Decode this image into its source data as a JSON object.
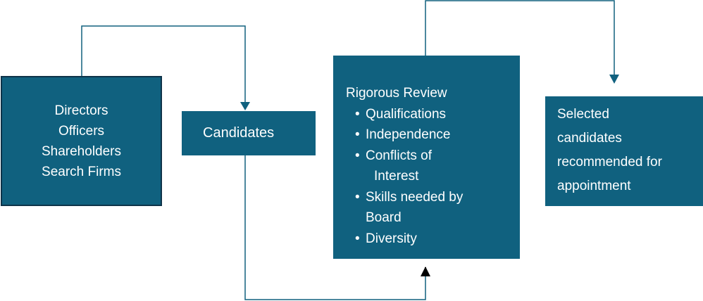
{
  "sources": {
    "lines": [
      "Directors",
      "Officers",
      "Shareholders",
      "Search Firms"
    ]
  },
  "candidates": {
    "label": "Candidates"
  },
  "review": {
    "title": "Rigorous Review",
    "items": [
      {
        "line1": "Qualifications",
        "line2": ""
      },
      {
        "line1": "Independence",
        "line2": ""
      },
      {
        "line1": "Conflicts of",
        "line2": "Interest"
      },
      {
        "line1": "Skills needed by",
        "line2": "Board"
      },
      {
        "line1": "Diversity",
        "line2": ""
      }
    ]
  },
  "selected": {
    "lines": [
      "Selected",
      "candidates",
      "recommended for",
      "appointment"
    ]
  },
  "colors": {
    "box_fill": "#10617f",
    "box_border": "#0e3349",
    "connector": "#10617f",
    "arrow_up": "#000000",
    "text": "#ffffff"
  }
}
